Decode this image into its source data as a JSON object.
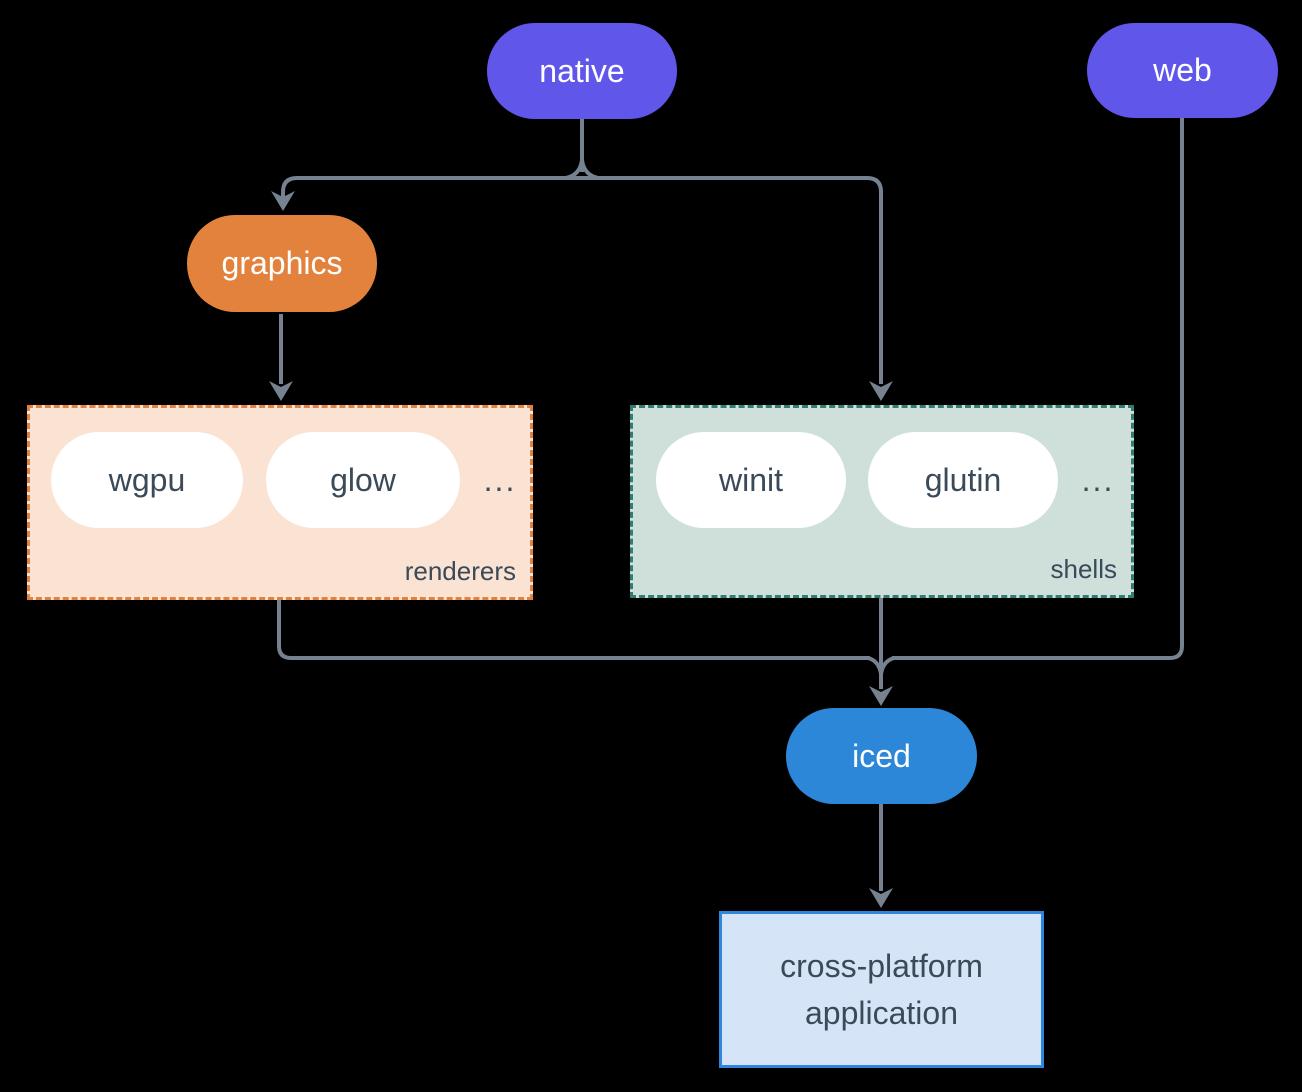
{
  "diagram": {
    "nodes": {
      "native": "native",
      "web": "web",
      "graphics": "graphics",
      "iced": "iced",
      "application": "cross-platform application"
    },
    "groups": {
      "renderers": {
        "label": "renderers",
        "items": [
          "wgpu",
          "glow"
        ],
        "more": "..."
      },
      "shells": {
        "label": "shells",
        "items": [
          "winit",
          "glutin"
        ],
        "more": "..."
      }
    },
    "edges": [
      {
        "from": "native",
        "to": "graphics"
      },
      {
        "from": "native",
        "to": "shells"
      },
      {
        "from": "graphics",
        "to": "renderers"
      },
      {
        "from": "renderers",
        "to": "iced"
      },
      {
        "from": "shells",
        "to": "iced"
      },
      {
        "from": "web",
        "to": "iced"
      },
      {
        "from": "iced",
        "to": "application"
      }
    ],
    "colors": {
      "background": "#000000",
      "platform_pill": "#6156EA",
      "graphics_pill": "#E3823C",
      "iced_pill": "#2C87D9",
      "inner_pill": "#FFFFFF",
      "renderers_fill": "#FAE3D3",
      "renderers_border": "#E3823C",
      "shells_fill": "#CFE0DA",
      "shells_border": "#2F7E6F",
      "app_fill": "#D6E4F7",
      "app_border": "#3086DE",
      "connector": "#76828F",
      "dark_text": "#3A4A59",
      "pill_text": "#FFFFFF"
    }
  }
}
